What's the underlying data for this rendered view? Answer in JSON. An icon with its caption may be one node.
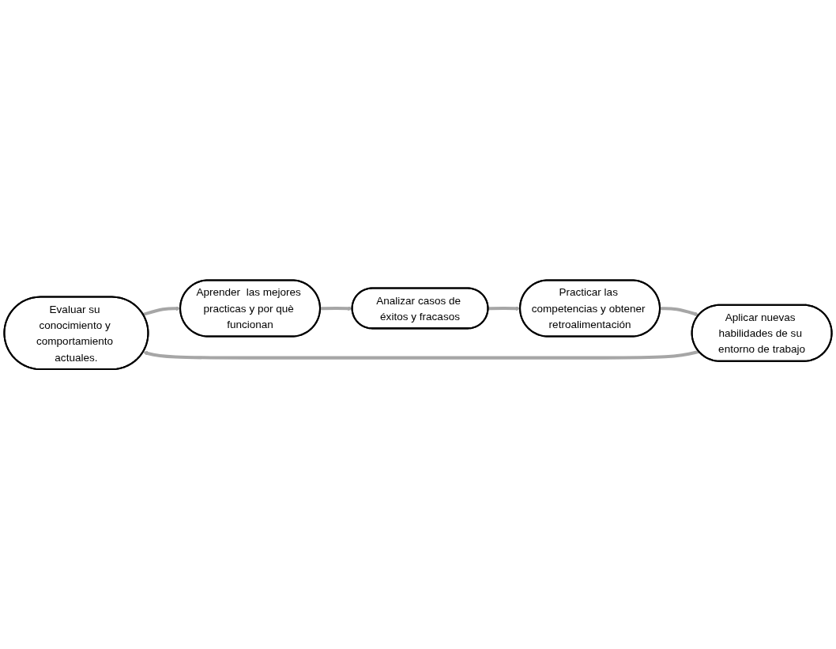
{
  "diagram": {
    "nodes": [
      {
        "text": [
          "Evaluar su conocimiento y comportamiento actuales."
        ]
      },
      {
        "text": [
          "Aprender  las mejores practicas y por què funcionan"
        ]
      },
      {
        "text": [
          "Analizar casos de éxitos y fracasos"
        ]
      },
      {
        "text": [
          "Practicar las competencias y obtener retroalimentación"
        ]
      },
      {
        "text": [
          "Aplicar nuevas habilidades de su entorno de trabajo"
        ]
      }
    ],
    "edges": [
      {
        "from": 0,
        "to": 1,
        "arrow": "to"
      },
      {
        "from": 1,
        "to": 2,
        "arrow": "to"
      },
      {
        "from": 2,
        "to": 3,
        "arrow": "to"
      },
      {
        "from": 3,
        "to": 4,
        "arrow": "to"
      },
      {
        "from": 4,
        "to": 0,
        "arrow": "to"
      }
    ]
  }
}
